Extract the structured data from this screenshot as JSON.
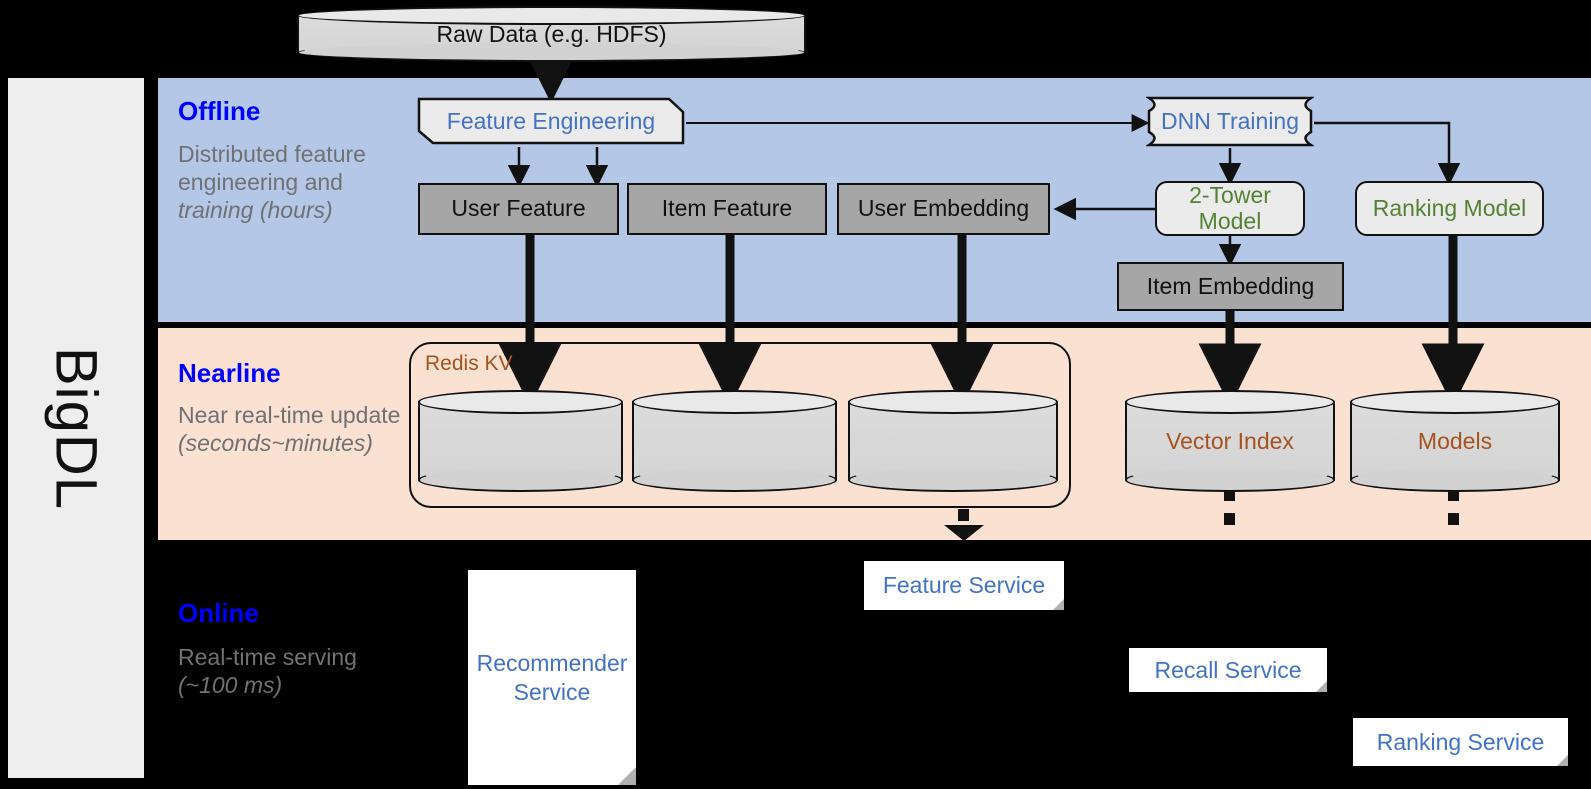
{
  "framework": {
    "name": "BigDL"
  },
  "source": {
    "label": "Raw Data (e.g. HDFS)"
  },
  "bands": {
    "offline": {
      "title": "Offline",
      "subtitle": "Distributed feature engineering and training (hours)",
      "subtitle_plain": "Distributed feature engineering and ",
      "subtitle_italic": "training (hours)",
      "color": "#b4c7e7",
      "title_color": "#0000ff"
    },
    "nearline": {
      "title": "Nearline",
      "subtitle_plain": "Near real-time update ",
      "subtitle_italic": "(seconds~minutes)",
      "color": "#fbe1d2",
      "title_color": "#0000ff"
    },
    "online": {
      "title": "Online",
      "subtitle_plain": "Real-time serving ",
      "subtitle_italic": "(~100 ms)",
      "color": "#000000",
      "title_color": "#0000ff"
    }
  },
  "offline_nodes": {
    "feature_engineering": {
      "label": "Feature Engineering",
      "text_color": "#4472c4"
    },
    "dnn_training": {
      "label": "DNN Training",
      "text_color": "#4472c4"
    },
    "user_feature": {
      "label": "User Feature",
      "text_color": "#111111"
    },
    "item_feature": {
      "label": "Item Feature",
      "text_color": "#111111"
    },
    "user_embedding": {
      "label": "User Embedding",
      "text_color": "#111111"
    },
    "two_tower_model": {
      "label": "2-Tower Model",
      "text_color": "#548235"
    },
    "ranking_model": {
      "label": "Ranking Model",
      "text_color": "#548235"
    },
    "item_embedding": {
      "label": "Item Embedding",
      "text_color": "#111111"
    }
  },
  "nearline_nodes": {
    "redis_kv": {
      "label": "Redis KV",
      "text_color": "#a5531f"
    },
    "store_user_feature": {
      "label": ""
    },
    "store_item_feature": {
      "label": ""
    },
    "store_user_embedding": {
      "label": ""
    },
    "vector_index": {
      "label": "Vector Index",
      "text_color": "#a5531f"
    },
    "models": {
      "label": "Models",
      "text_color": "#a5531f"
    }
  },
  "online_nodes": {
    "recommender_service": {
      "label": "Recommender Service",
      "text_color": "#4472c4"
    },
    "feature_service": {
      "label": "Feature Service",
      "text_color": "#4472c4"
    },
    "recall_service": {
      "label": "Recall Service",
      "text_color": "#4472c4"
    },
    "ranking_service": {
      "label": "Ranking Service",
      "text_color": "#4472c4"
    }
  },
  "palette": {
    "grey_box": "#a6a6a6",
    "process_box": "#ebebeb",
    "cylinder": "#dcdcdc",
    "line": "#111111",
    "green": "#548235",
    "blue_text": "#4472c4",
    "orange_text": "#a5531f"
  }
}
